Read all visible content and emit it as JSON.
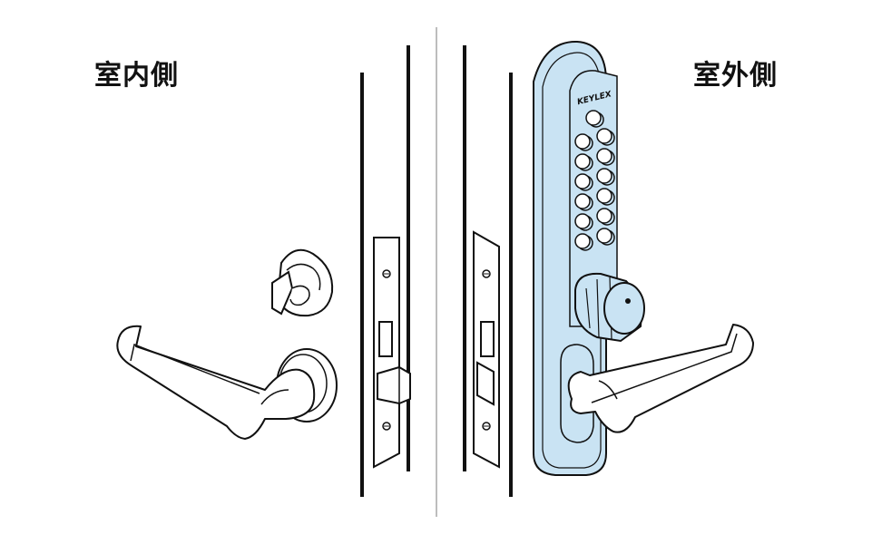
{
  "labels": {
    "inside": "室内側",
    "outside": "室外側"
  },
  "brand": {
    "logo_text": "KEYLEX"
  },
  "colors": {
    "lock_body": "#c9e3f3",
    "line": "#111111",
    "divider": "#bdbdbd"
  },
  "keypad": {
    "columns": 2,
    "rows": 6,
    "extra_top_button": true
  }
}
